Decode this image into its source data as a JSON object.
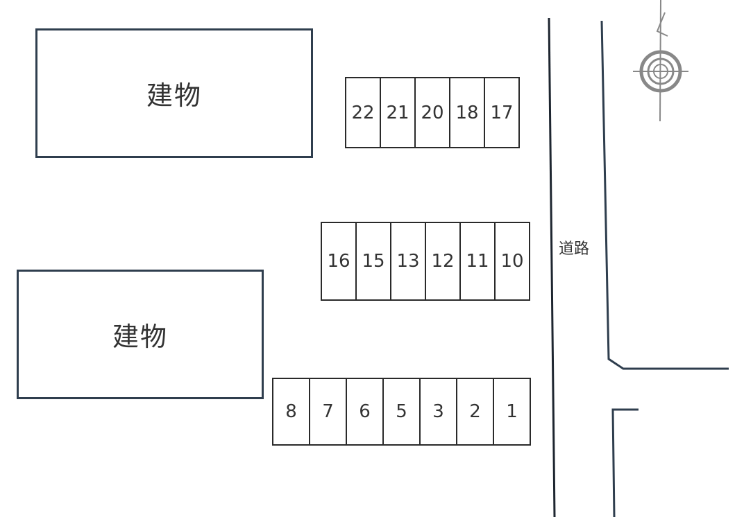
{
  "map": {
    "buildings": [
      {
        "id": "building-top",
        "label": "建物"
      },
      {
        "id": "building-bottom",
        "label": "建物"
      }
    ],
    "parking_rows": [
      {
        "id": "row-top",
        "slots": [
          "22",
          "21",
          "20",
          "18",
          "17"
        ]
      },
      {
        "id": "row-middle",
        "slots": [
          "16",
          "15",
          "13",
          "12",
          "11",
          "10"
        ]
      },
      {
        "id": "row-bottom",
        "slots": [
          "8",
          "7",
          "6",
          "5",
          "3",
          "2",
          "1"
        ]
      }
    ],
    "road_label": "道路",
    "compass": {
      "icon": "north-compass-icon",
      "direction": "N"
    },
    "colors": {
      "building_border": "#2f3e4e",
      "road_line": "#2f3e4e",
      "slot_border": "#2a2a2a"
    }
  }
}
